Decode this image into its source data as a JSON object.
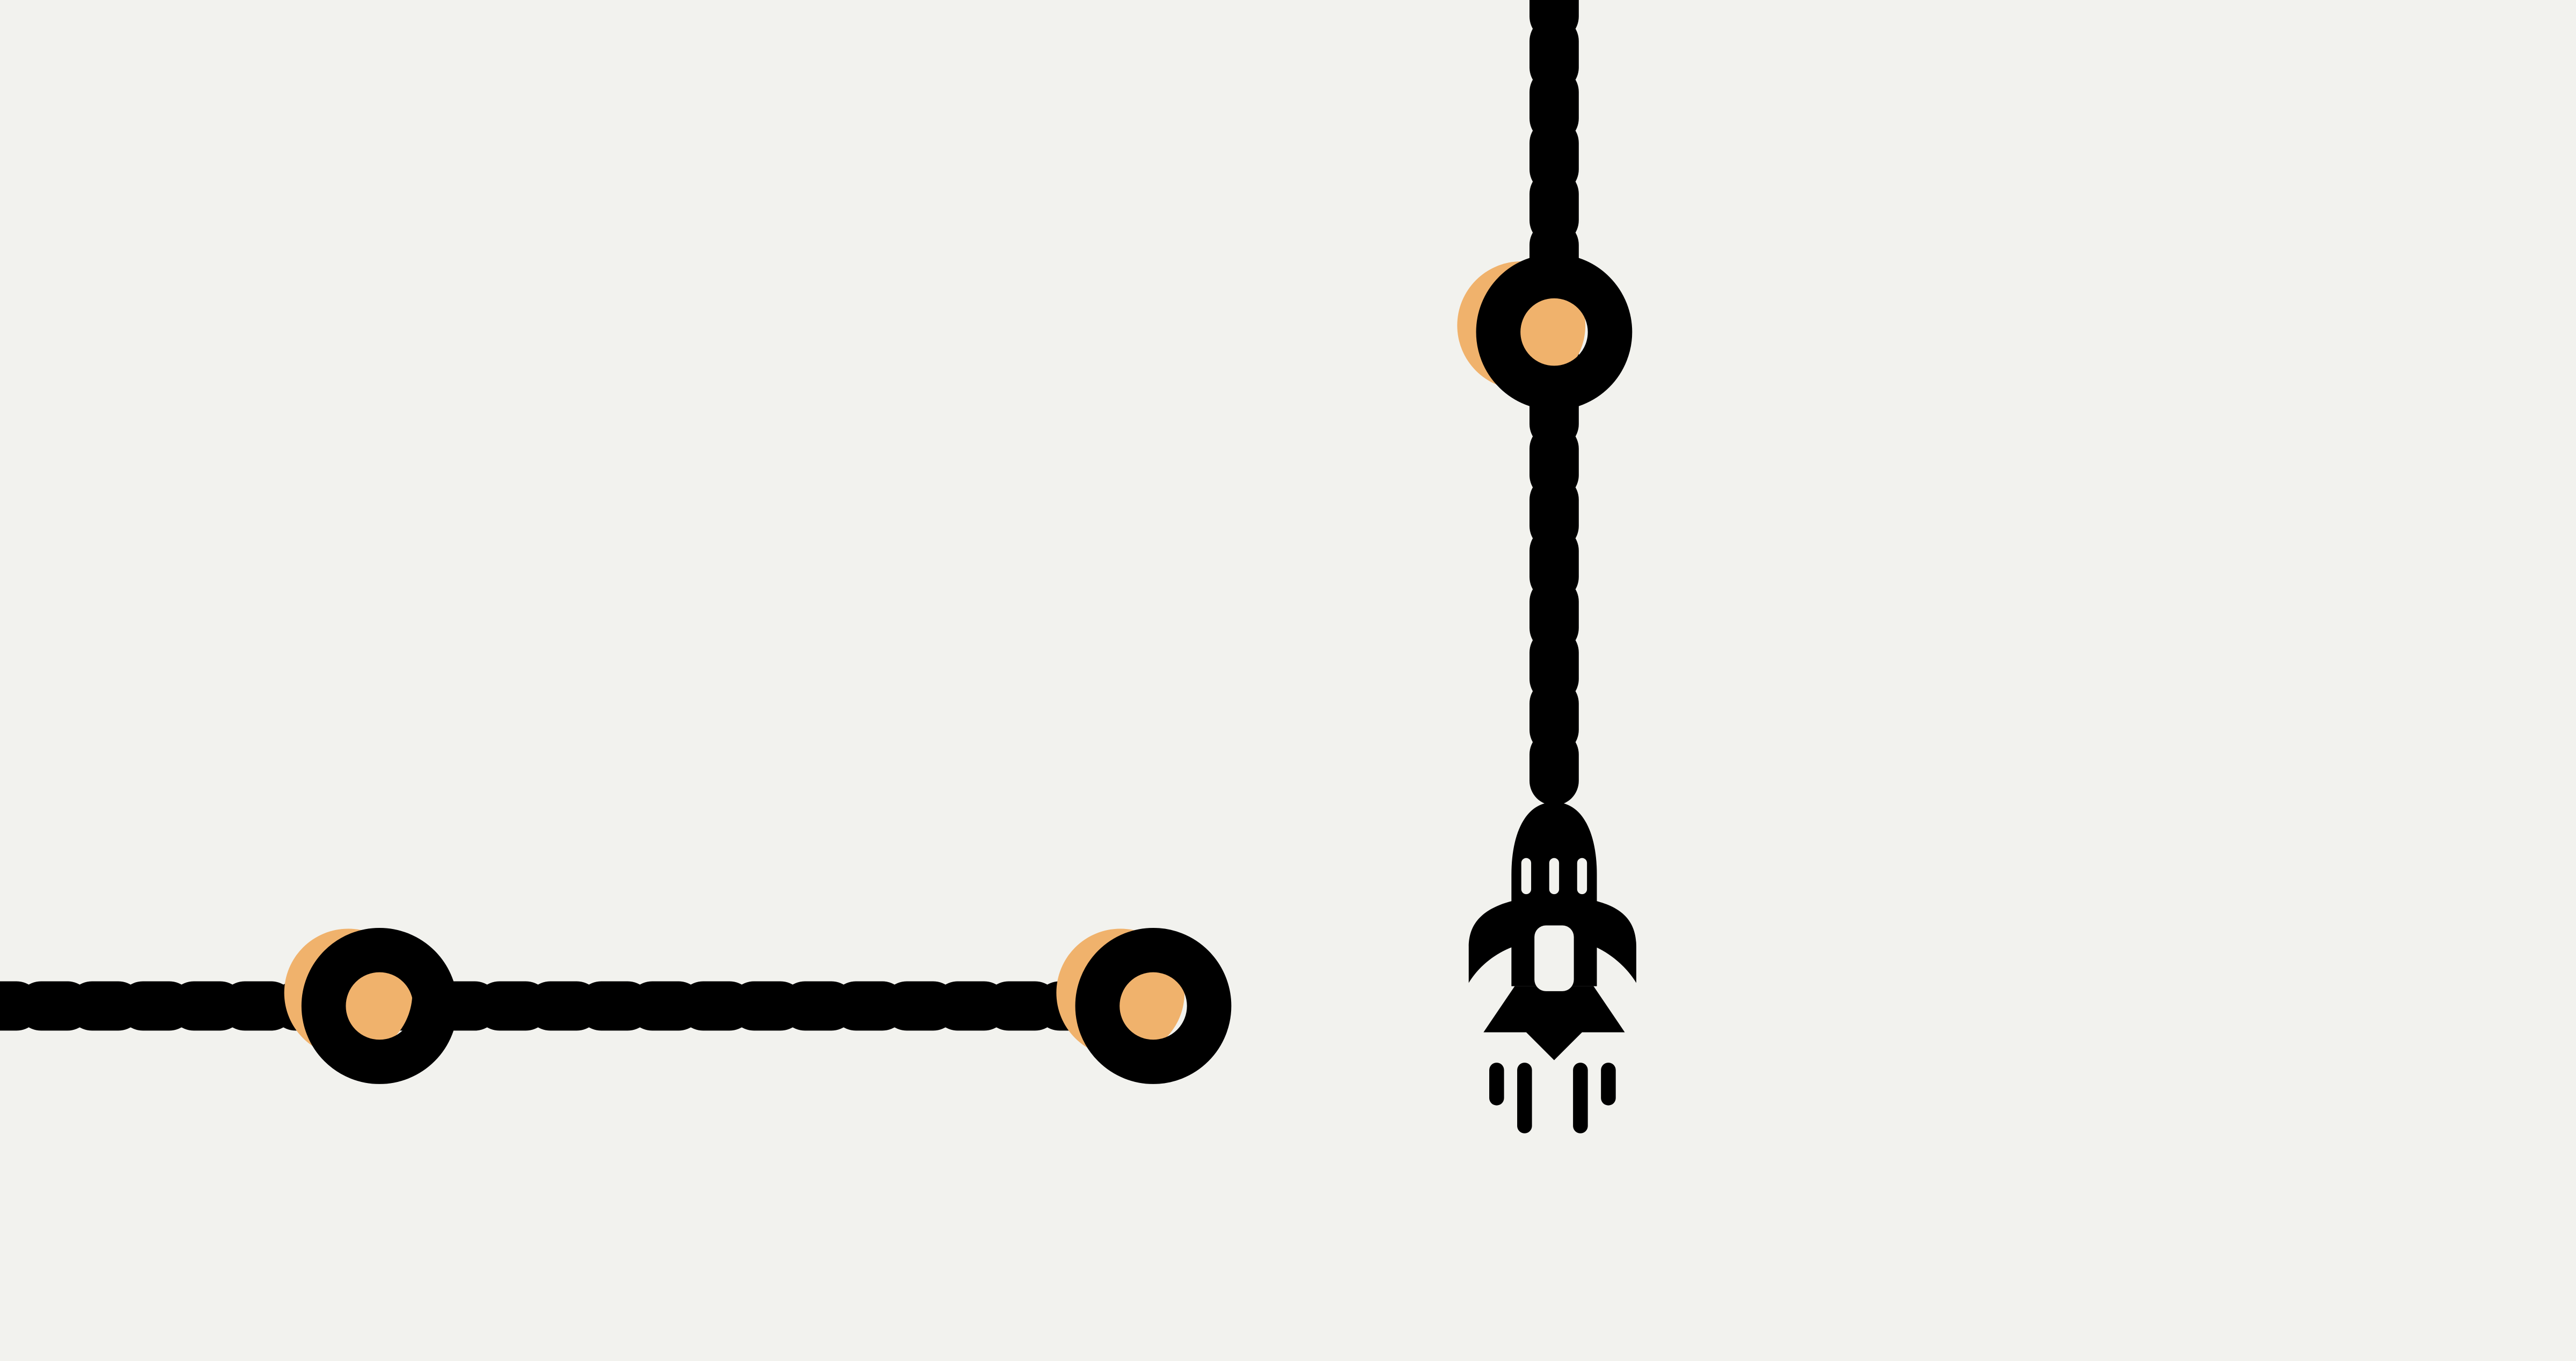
{
  "theme": {
    "background": "#f2f2ee",
    "ink": "#000000",
    "node_fill": "#f0b26c"
  },
  "scene": {
    "paths": [
      {
        "name": "vertical-route",
        "style": "dashed"
      },
      {
        "name": "horizontal-route",
        "style": "dashed"
      }
    ],
    "nodes": [
      {
        "name": "level-node-top",
        "icon": "orange-circle",
        "state": "unlocked"
      },
      {
        "name": "level-node-bottom-left",
        "icon": "orange-circle",
        "state": "unlocked"
      },
      {
        "name": "level-node-bottom-middle",
        "icon": "orange-circle",
        "state": "unlocked"
      }
    ],
    "player": {
      "icon": "rocket-icon"
    }
  }
}
